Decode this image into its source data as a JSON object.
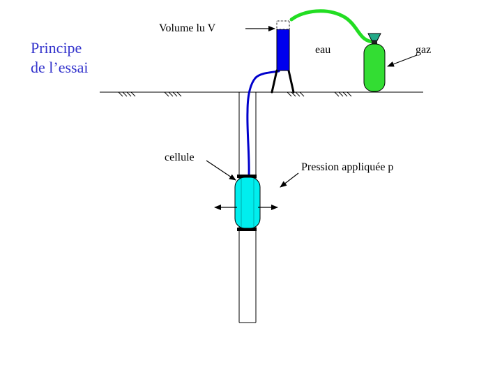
{
  "title": {
    "line1": "Principe",
    "line2": "de l’essai",
    "color": "#3333cc"
  },
  "labels": {
    "volume": "Volume lu V",
    "water": "eau",
    "gas": "gaz",
    "cell": "cellule",
    "pressure": "Pression appliquée p"
  },
  "colors": {
    "water_column": "#0000ee",
    "water_tube": "#0000cc",
    "gas_tube": "#22dd22",
    "gas_bottle": "#33dd33",
    "gas_valve": "#22aa88",
    "cell": "#00eeee",
    "ground": "#000000"
  },
  "icons": {
    "ground_hatch": "ground-hatch-icon",
    "arrow": "arrow-icon"
  }
}
